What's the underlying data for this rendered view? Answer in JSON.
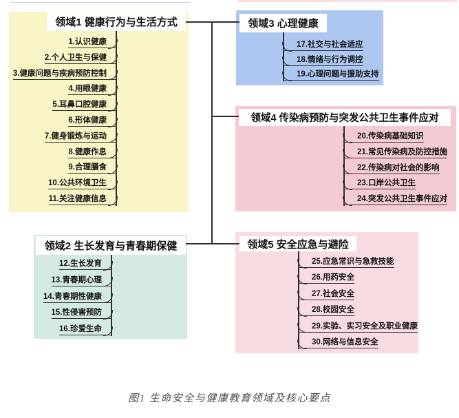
{
  "figure": {
    "caption": "图1 生命安全与健康教育领域及核心要点"
  },
  "line_color": "#2f2f2f",
  "domains": [
    {
      "title": "领域1 健康行为与生活方式",
      "panel_color": "#faf5c6",
      "items": [
        "1.认识健康",
        "2.个人卫生与保健",
        "3.健康问题与疾病预防控制",
        "4.用眼健康",
        "5.耳鼻口腔健康",
        "6.形体健康",
        "7.健身锻炼与运动",
        "8.健康作息",
        "9.合理膳食",
        "10.公共环境卫生",
        "11.关注健康信息"
      ]
    },
    {
      "title": "领域2 生长发育与青春期保健",
      "panel_color": "#d4e9e2",
      "items": [
        "12.生长发育",
        "13.青春期心理",
        "14.青春期性健康",
        "15.性侵害预防",
        "16.珍爱生命"
      ]
    },
    {
      "title": "领域3 心理健康",
      "panel_color": "#aec7f0",
      "items": [
        "17.社交与社会适应",
        "18.情绪与行为调控",
        "19.心理问题与援助支持"
      ]
    },
    {
      "title": "领域4 传染病预防与突发公共卫生事件应对",
      "panel_color": "#f5cbd3",
      "items": [
        "20.传染病基础知识",
        "21.常见传染病及防控措施",
        "22.传染病对社会的影响",
        "23.口岸公共卫生",
        "24.突发公共卫生事件应对"
      ]
    },
    {
      "title": "领域5 安全应急与避险",
      "panel_color": "#f9dce2",
      "items": [
        "25.应急常识与急救技能",
        "26.用药安全",
        "27.社会安全",
        "28.校园安全",
        "29.实验、实习安全及职业健康",
        "30.网络与信息安全"
      ]
    }
  ]
}
